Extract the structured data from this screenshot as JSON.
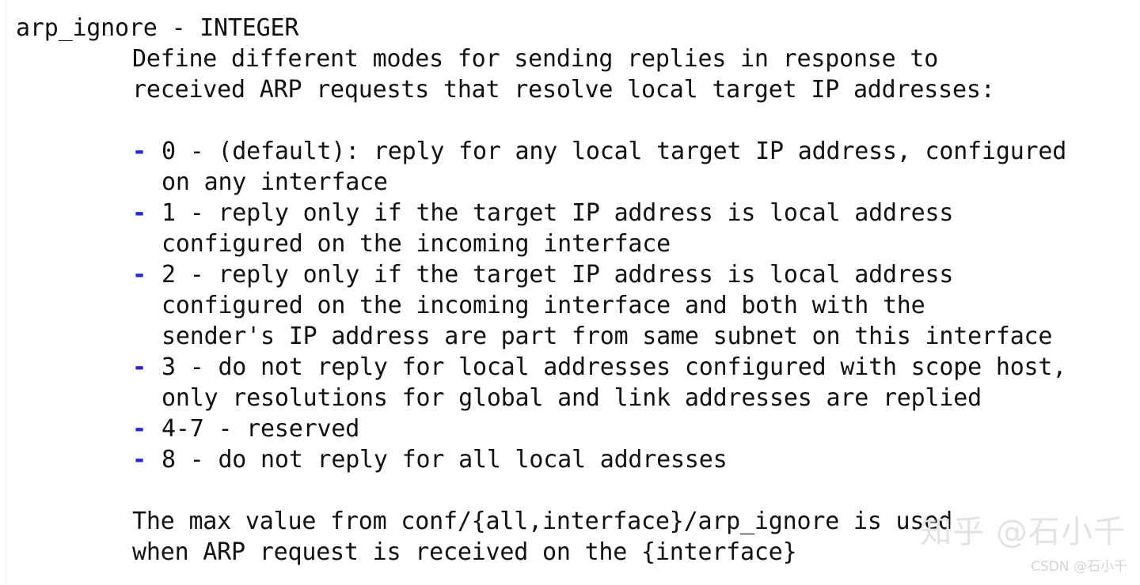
{
  "document": {
    "heading": "arp_ignore - INTEGER",
    "intro": [
      "Define different modes for sending replies in response to",
      "received ARP requests that resolve local target IP addresses:"
    ],
    "bullet_marker": "-",
    "bullet_color": "#2726d6",
    "text_color": "#111114",
    "background_color": "#ffffff",
    "bullets": [
      {
        "value": "0",
        "lines": [
          "0 - (default): reply for any local target IP address, configured",
          "on any interface"
        ]
      },
      {
        "value": "1",
        "lines": [
          "1 - reply only if the target IP address is local address",
          "configured on the incoming interface"
        ]
      },
      {
        "value": "2",
        "lines": [
          "2 - reply only if the target IP address is local address",
          "configured on the incoming interface and both with the",
          "sender's IP address are part from same subnet on this interface"
        ]
      },
      {
        "value": "3",
        "lines": [
          "3 - do not reply for local addresses configured with scope host,",
          "only resolutions for global and link addresses are replied"
        ]
      },
      {
        "value": "4-7",
        "lines": [
          "4-7 - reserved"
        ]
      },
      {
        "value": "8",
        "lines": [
          "8 - do not reply for all local addresses"
        ]
      }
    ],
    "outro": [
      "The max value from conf/{all,interface}/arp_ignore is used",
      "when ARP request is received on the {interface}"
    ]
  },
  "watermarks": {
    "primary": "知乎 @石小千",
    "secondary": "CSDN @石小千"
  }
}
